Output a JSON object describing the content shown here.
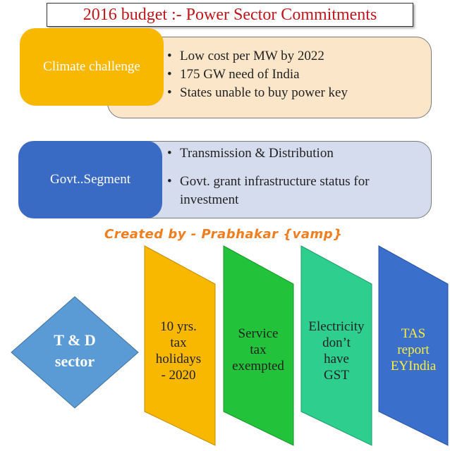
{
  "title": "2016 budget :- Power Sector Commitments",
  "rows": [
    {
      "label": "Climate challenge",
      "bullets": [
        "Low cost per MW by 2022",
        "175 GW need of India",
        "States unable to buy power key"
      ]
    },
    {
      "label": "Govt..Segment",
      "bullets": [
        "Transmission & Distribution",
        "Govt. grant infrastructure status for investment"
      ]
    }
  ],
  "credit": "Created by  - Prabhakar {vamp}",
  "flow": {
    "start": [
      "T & D",
      "sector"
    ],
    "steps": [
      {
        "lines": [
          "10 yrs.",
          "tax",
          "holidays",
          "- 2020"
        ],
        "color": "#f9b800"
      },
      {
        "lines": [
          "Service",
          "tax",
          "exempted"
        ],
        "color": "#22c33a"
      },
      {
        "lines": [
          "Electricity",
          "don’t",
          "have",
          "GST"
        ],
        "color": "#2dce8e"
      },
      {
        "lines": [
          "TAS",
          "report",
          "EYIndia"
        ],
        "color": "#3a6fcc"
      }
    ]
  },
  "colors": {
    "title": "#c0161b",
    "climate_tile": "#f9b800",
    "climate_box": "#fbe6c9",
    "govt_tile": "#3a6bc4",
    "govt_box": "#d4dcee",
    "credit": "#f07d1e",
    "diamond": "#5b9bd5",
    "tas_text": "#ffef3a"
  }
}
